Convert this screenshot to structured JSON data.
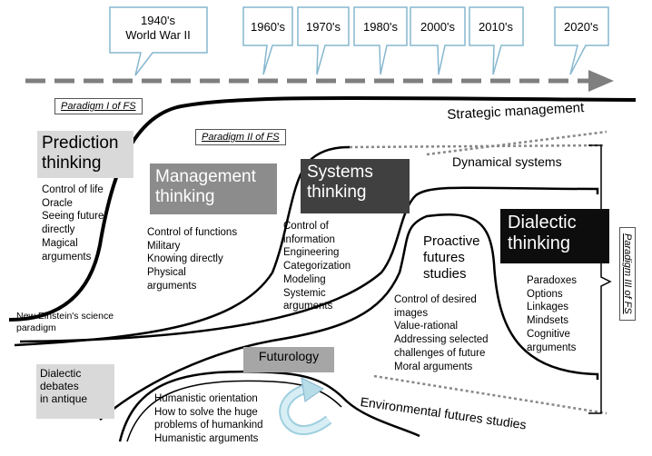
{
  "timeline": {
    "labels": [
      "1940's\nWorld War II",
      "1960's",
      "1970's",
      "1980's",
      "2000's",
      "2010's",
      "2020's"
    ]
  },
  "paradigms": {
    "p1": "Paradigm I of FS",
    "p2": "Paradigm II of FS",
    "p3": "Paradigm III of FS"
  },
  "boxes": {
    "prediction": "Prediction\nthinking",
    "management": "Management\nthinking",
    "systems": "Systems\nthinking",
    "dialectic": "Dialectic\nthinking",
    "proactive": "Proactive\nfutures\nstudies",
    "futurology": "Futurology",
    "dialectic_debates": "Dialectic\ndebates\nin antique"
  },
  "lists": {
    "prediction": "Control of life\nOracle\nSeeing future\ndirectly\nMagical\narguments",
    "management": "Control of functions\nMilitary\nKnowing directly\nPhysical\narguments",
    "systems": "Control of\ninformation\nEngineering\nCategorization\nModeling\nSystemic\narguments",
    "proactive": "Control of desired\nimages\nValue-rational\nAddressing selected\nchallenges of future\nMoral arguments",
    "dialectic": "Paradoxes\nOptions\nLinkages\nMindsets\nCognitive\narguments",
    "humanistic": "Humanistic orientation\nHow to solve the huge\nproblems of humankind\nHumanistic arguments"
  },
  "labels": {
    "strategic": "Strategic management",
    "dynamical": "Dynamical systems",
    "environmental": "Environmental futures studies",
    "einstein": "New Einstein's science\nparadigm"
  },
  "colors": {
    "prediction_bg": "#d9d9d9",
    "management_bg": "#8c8c8c",
    "systems_bg": "#404040",
    "dialectic_bg": "#0d0d0d",
    "futurology_bg": "#a6a6a6",
    "debates_bg": "#d9d9d9",
    "arrow_cyan": "#b7dde8",
    "timeline_arrow": "#7f7f7f"
  }
}
